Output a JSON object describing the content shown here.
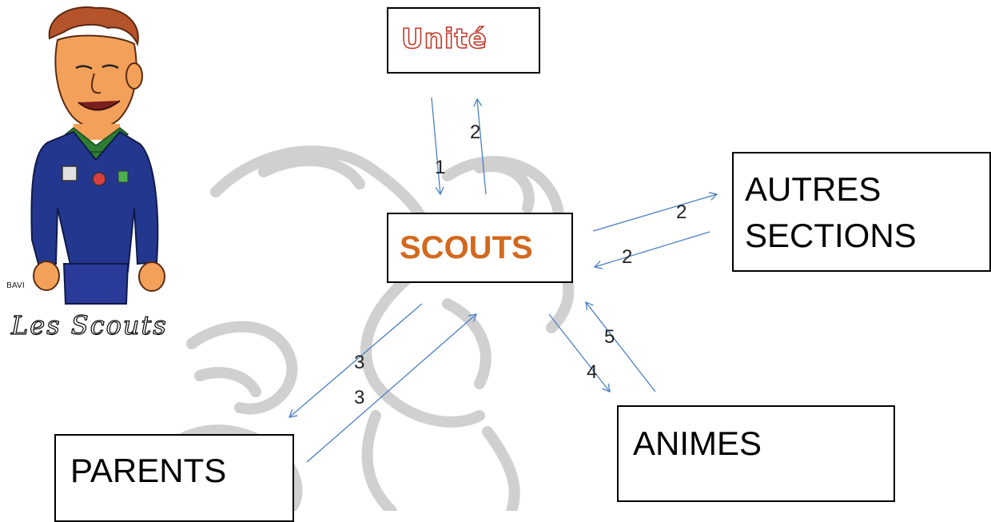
{
  "nodes": {
    "unite": "Unité",
    "scouts": "SCOUTS",
    "autres_sections": "AUTRES SECTIONS",
    "animes": "ANIMES",
    "parents": "PARENTS"
  },
  "flows": {
    "unite_to_scouts": "1",
    "scouts_to_unite": "2",
    "scouts_to_autres": "2",
    "autres_to_scouts": "2",
    "scouts_to_parents": "3",
    "parents_to_scouts": "3",
    "scouts_to_animes": "4",
    "animes_to_scouts": "5"
  },
  "illustration": {
    "caption": "Les Scouts",
    "signature": "BAVI"
  },
  "colors": {
    "arrow": "#4a7fc1",
    "unite_outline": "#c0392b",
    "scouts_text": "#d2691e",
    "watermark": "#c8c8c8"
  }
}
